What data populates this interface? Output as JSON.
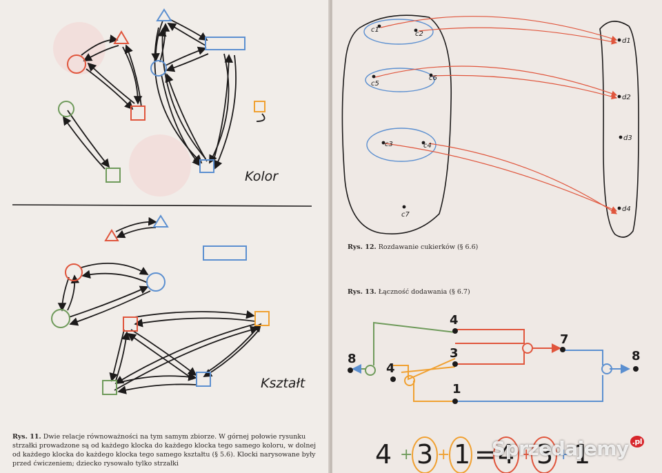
{
  "left_page": {
    "label_color": "Kolor",
    "label_shape": "Kształt",
    "caption": {
      "label": "Rys. 11.",
      "text": "Dwie relacje równoważności na tym samym zbiorze. W górnej połowie rysunku strzałki prowadzone są od każdego klocka do każdego klocka tego samego koloru, w dolnej od każdego klocka do każdego klocka tego samego kształtu (§ 5.6). Klocki narysowane były przed ćwiczeniem; dziecko rysowało tylko strzałki"
    }
  },
  "right_page": {
    "diagram12_labels": {
      "c": [
        "c1",
        "c2",
        "c5",
        "c6",
        "c3",
        "c4",
        "c7"
      ],
      "d": [
        "d1",
        "d2",
        "d3",
        "d4"
      ]
    },
    "caption_12": {
      "label": "Rys. 12.",
      "text": "Rozdawanie cukierków (§ 6.6)"
    },
    "caption_13": {
      "label": "Rys. 13.",
      "text": "Łączność dodawania (§ 6.7)"
    },
    "diagram13_numbers": {
      "top": "4",
      "middle": "3",
      "bottom": "1",
      "sum_7": "7",
      "sum_8_right": "8",
      "left_4": "4",
      "left_8": "8"
    },
    "equation": [
      "4",
      "+",
      "3",
      "+",
      "1",
      "=",
      "4",
      "+",
      "3",
      "+",
      "1"
    ]
  },
  "watermark": {
    "text": "Sprzedajemy",
    "suffix": ".pl"
  },
  "colors": {
    "red": "#e0553c",
    "blue": "#5b8fd0",
    "green": "#6e9a5a",
    "orange": "#f0a030",
    "ink": "#1c1a1a"
  }
}
